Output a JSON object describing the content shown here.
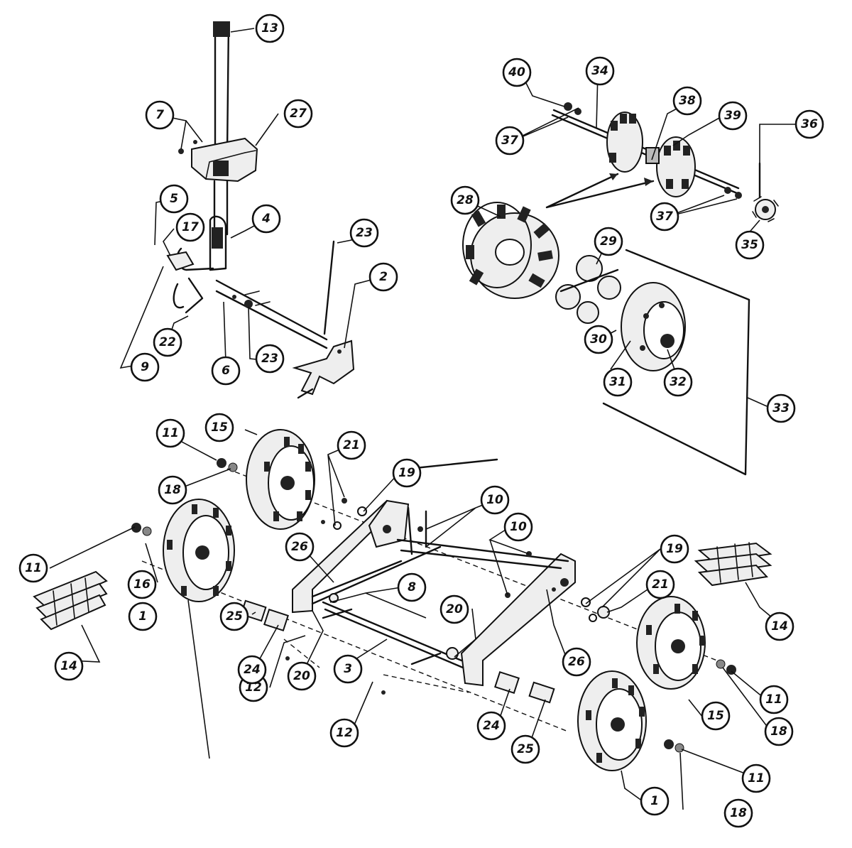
{
  "callouts": [
    "1",
    "1",
    "2",
    "3",
    "4",
    "5",
    "6",
    "7",
    "8",
    "9",
    "10",
    "10",
    "11",
    "11",
    "11",
    "11",
    "12",
    "12",
    "13",
    "14",
    "14",
    "15",
    "15",
    "16",
    "17",
    "18",
    "18",
    "18",
    "19",
    "19",
    "20",
    "20",
    "21",
    "21",
    "22",
    "23",
    "23",
    "24",
    "24",
    "25",
    "25",
    "26",
    "26",
    "27",
    "28",
    "29",
    "30",
    "31",
    "32",
    "33",
    "34",
    "35",
    "36",
    "37",
    "37",
    "38",
    "39",
    "40"
  ]
}
